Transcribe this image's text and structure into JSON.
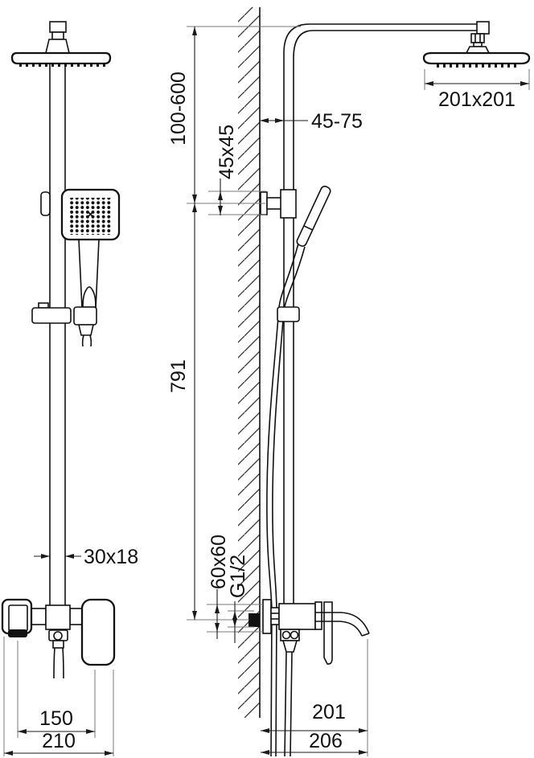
{
  "drawing": {
    "subject": "shower-column-technical-drawing",
    "colors": {
      "line": "#111111",
      "dimension": "#1a1a1a",
      "extension": "#7a7a7a",
      "background": "#ffffff"
    },
    "dimensions": {
      "height_adjust": "100-600",
      "bracket_size": "45x45",
      "wall_offset": "45-75",
      "head_size": "201x201",
      "column_height": "791",
      "pipe_profile": "30x18",
      "escutcheon_size": "60x60",
      "inlet_thread": "G1/2",
      "spout_to_handle": "150",
      "mixer_width": "210",
      "spout_reach": "201",
      "total_reach": "206"
    }
  }
}
